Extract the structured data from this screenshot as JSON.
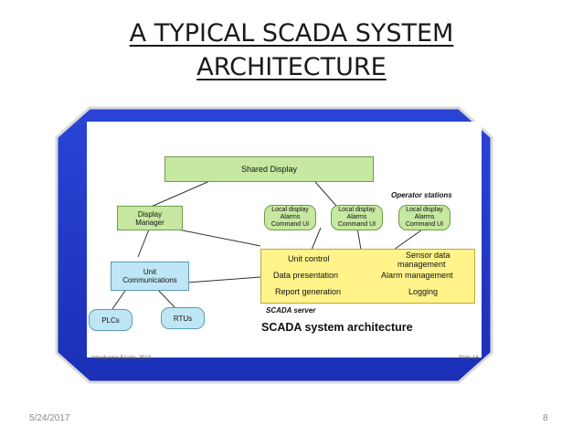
{
  "title": {
    "line1": "A TYPICAL SCADA SYSTEM",
    "line2": "ARCHITECTURE"
  },
  "diagram": {
    "shared_display": "Shared Display",
    "display_manager": [
      "Display",
      "Manager"
    ],
    "operator_stations_label": "Operator stations",
    "operator_station": [
      "Local display",
      "Alarms",
      "Command UI"
    ],
    "unit_communications": [
      "Unit",
      "Communications"
    ],
    "plcs": "PLCs",
    "rtus": "RTUs",
    "server_left": [
      "Unit control",
      "Data presentation",
      "Report generation"
    ],
    "server_right": [
      "Sensor data",
      "management",
      "Alarm management",
      "Logging"
    ],
    "server_label": "SCADA server",
    "caption": "SCADA system architecture",
    "slide_credit": "Introducing Scada, 2013",
    "slide_number": "Slide 16"
  },
  "footer": {
    "date": "5/24/2017",
    "page": "8"
  },
  "colors": {
    "frame_blue": "#1f37c8",
    "box_green": "#c6e8a0",
    "box_blue": "#bfe6f4",
    "box_yellow": "#fff38a"
  }
}
